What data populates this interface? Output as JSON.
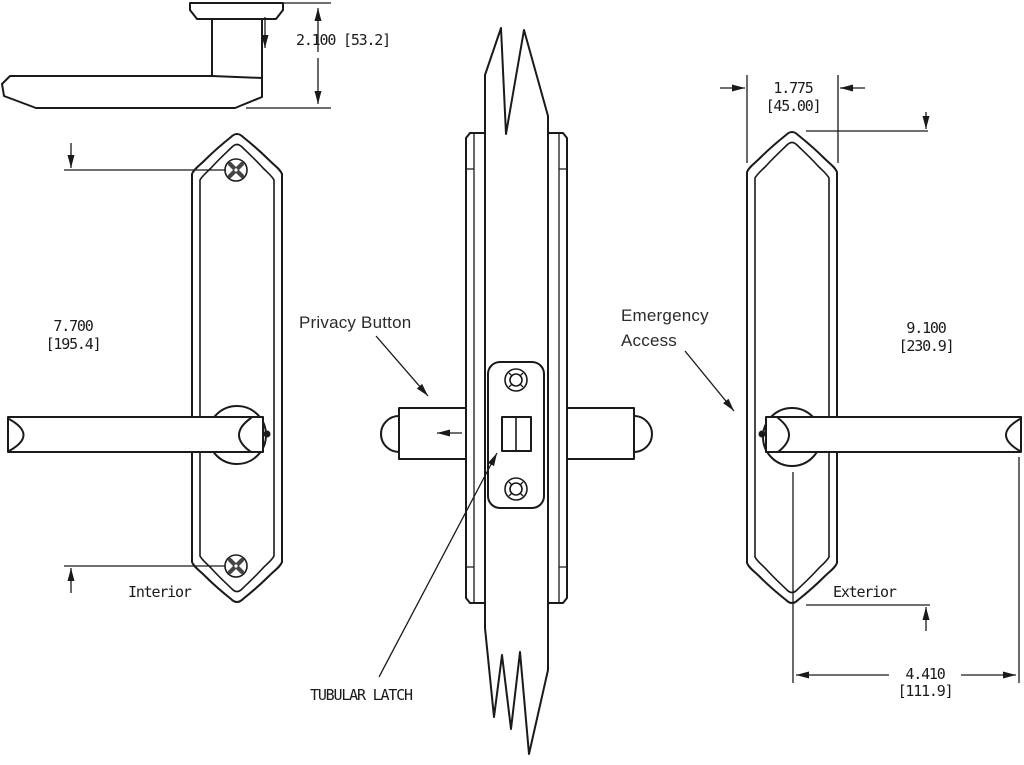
{
  "labels": {
    "privacy_button": "Privacy Button",
    "emergency_line1": "Emergency",
    "emergency_line2": "Access",
    "tubular_latch": "TUBULAR LATCH",
    "interior": "Interior",
    "exterior": "Exterior"
  },
  "dimensions": {
    "handle_height": "2.100 [53.2]",
    "screw_spacing": {
      "in": "7.700",
      "mm": "[195.4]"
    },
    "plate_width": {
      "in": "1.775",
      "mm": "[45.00]"
    },
    "plate_height": {
      "in": "9.100",
      "mm": "[230.9]"
    },
    "handle_length": {
      "in": "4.410",
      "mm": "[111.9]"
    }
  },
  "colors": {
    "line": "#1a1a1a",
    "label_text": "#2b2b2b",
    "background": "#ffffff"
  }
}
